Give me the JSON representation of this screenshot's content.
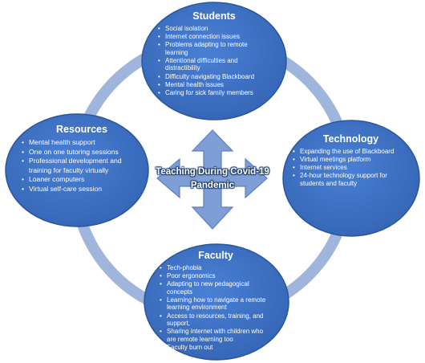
{
  "colors": {
    "ring": "#9fb5db",
    "node_fill": "#3f72c5",
    "node_stroke": "#2a559d",
    "arrow_fill": "#7f9ed6",
    "arrow_stroke": "#5a7fc2",
    "text": "#ffffff"
  },
  "center": {
    "label": "Teaching During Covid-19 Pandemic"
  },
  "students": {
    "title": "Students",
    "items": [
      "Social isolation",
      "Internet connection issues",
      "Problems adapting to remote learning",
      "Attentional difficulties and distractibility",
      "Difficulty navigating Blackboard",
      "Mental health issues",
      "Caring for sick family members"
    ]
  },
  "resources": {
    "title": "Resources",
    "items": [
      "Mental health support",
      "One on one tutoring sessions",
      "Professional development and training for faculty virtually",
      "Loaner computers",
      "Virtual self-care session"
    ]
  },
  "technology": {
    "title": "Technology",
    "items": [
      "Expanding the use of Blackboard",
      "Virtual meetings platform",
      "Internet services",
      "24-hour technology support for students and faculty"
    ]
  },
  "faculty": {
    "title": "Faculty",
    "items": [
      "Tech-phobia",
      "Poor ergonomics",
      "Adapting to new pedagogical concepts",
      "Learning how to navigate a remote learning environment",
      "Access to resources, training, and support,",
      "Sharing internet with children who are remote learning too",
      "Faculty burn out"
    ]
  }
}
